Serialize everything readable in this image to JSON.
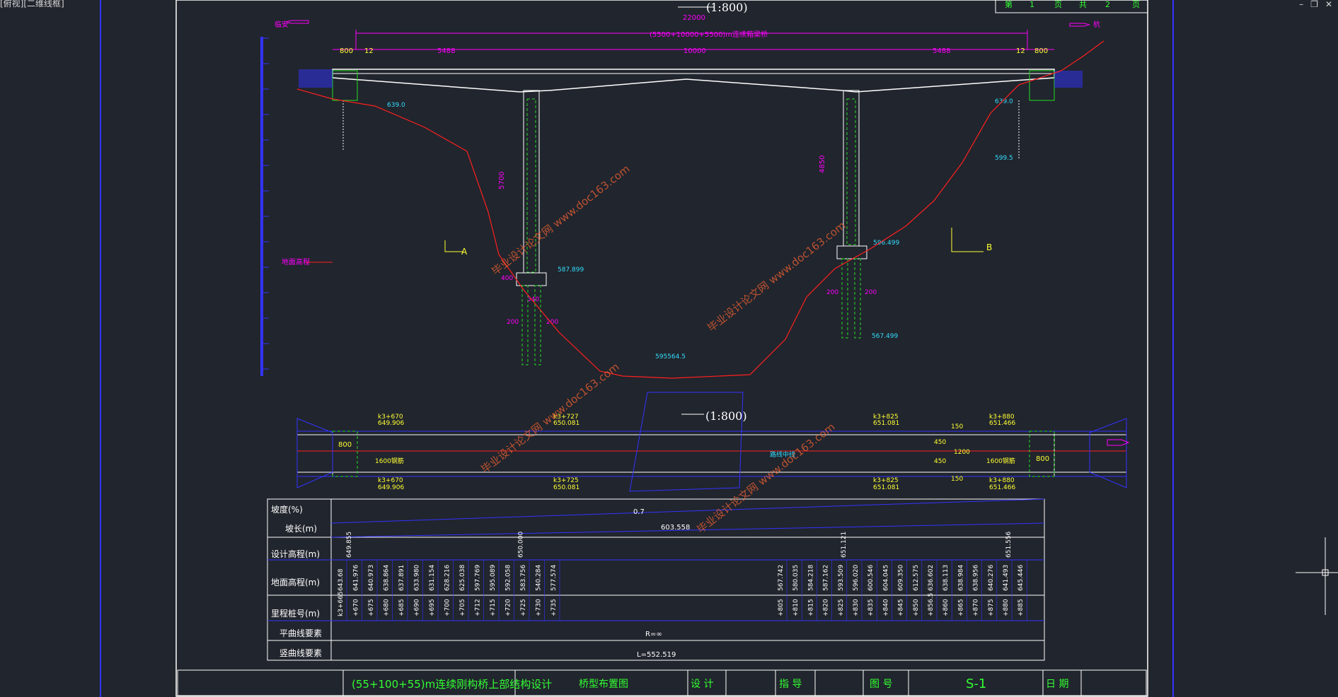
{
  "viewport": {
    "label": "[俯视][二维线框]"
  },
  "window": {
    "minimize": "–",
    "restore": "❐",
    "close": "✕"
  },
  "colors": {
    "background": "#21252d",
    "frame": "#ffffff",
    "dimension": "#ff00ff",
    "structure": "#ffffff",
    "ground_line": "#ff2020",
    "pile": "#22dd22",
    "table_line": "#3333ff",
    "table_text": "#ffffff",
    "text_yellow": "#ffff33",
    "text_cyan": "#33ddff",
    "title_green": "#33ff33"
  },
  "elevation_view": {
    "title": "(1:800)",
    "total_length": "22000",
    "span_note": "(5500+10000+5500)m连续箱梁桥",
    "dims_top": [
      "800",
      "12",
      "5488",
      "10000",
      "5488",
      "12",
      "800"
    ],
    "pier_heights": [
      "5700",
      "4850"
    ],
    "foundation_dims": [
      "400",
      "340",
      "200",
      "200",
      "200",
      "200"
    ],
    "elevations": [
      "587.899",
      "596.499",
      "567.499",
      "639.0",
      "639.0",
      "599.5"
    ],
    "water_level": "595564.5",
    "ground_label": "地面高程",
    "section_A": "A",
    "section_B": "B",
    "direction_left": "临安",
    "direction_right": "杭"
  },
  "plan_view": {
    "title": "(1:800)",
    "left_stations": [
      "k3+670",
      "649.906",
      "k3+670",
      "649.906"
    ],
    "mid_stations": [
      "k3+727",
      "650.081",
      "k3+725",
      "650.081"
    ],
    "right_stations": [
      "k3+825",
      "651.081",
      "k3+825",
      "651.081"
    ],
    "end_stations": [
      "k3+880",
      "651.466",
      "k3+880",
      "651.466"
    ],
    "dims": [
      "800",
      "800",
      "150",
      "150",
      "1200",
      "450",
      "450"
    ],
    "centerline": "路线中线",
    "slab_left": "1600钢筋",
    "slab_right": "1600钢筋"
  },
  "profile_table": {
    "headers": [
      "坡度(%)",
      "坡长(m)",
      "设计高程(m)",
      "地面高程(m)",
      "里程桩号(m)",
      "平曲线要素",
      "竖曲线要素"
    ],
    "grade": "0.7",
    "length": "603.558",
    "design_elevations": [
      "649.855",
      "650.000",
      "651.121",
      "651.556"
    ],
    "ground_elevations": [
      "643.68",
      "641.976",
      "640.973",
      "638.864",
      "637.891",
      "633.980",
      "631.154",
      "628.216",
      "625.038",
      "597.769",
      "595.089",
      "592.058",
      "583.756",
      "540.284",
      "577.574",
      "567.742",
      "580.035",
      "584.218",
      "587.162",
      "593.509",
      "596.020",
      "600.546",
      "604.045",
      "609.350",
      "612.575",
      "636.602",
      "638.113",
      "638.984",
      "638.956",
      "640.276",
      "641.493",
      "645.446"
    ],
    "stations": [
      "k3+665",
      "+670",
      "+675",
      "+680",
      "+685",
      "+690",
      "+695",
      "+700",
      "+705",
      "+712",
      "+715",
      "+720",
      "+725",
      "+730",
      "+735",
      "+805",
      "+810",
      "+815",
      "+820",
      "+825",
      "+830",
      "+835",
      "+840",
      "+845",
      "+850",
      "+856.5",
      "+860",
      "+865",
      "+870",
      "+875",
      "+880",
      "+885"
    ],
    "horizontal_curve": "R=∞",
    "vertical_curve": "L=552.519"
  },
  "title_block": {
    "project": "(55+100+55)m连续刚构桥上部结构设计",
    "drawing_name": "桥型布置图",
    "design_label": "设 计",
    "guide_label": "指 导",
    "drawing_no_label": "图 号",
    "drawing_no": "S-1",
    "date_label": "日 期"
  },
  "sheet_info": {
    "sheet_label": "第",
    "sheet_no": "1",
    "page_label": "页",
    "total_label": "共",
    "total_no": "2",
    "total_page": "页"
  },
  "watermark": "毕业设计论文网 www.doc163.com"
}
